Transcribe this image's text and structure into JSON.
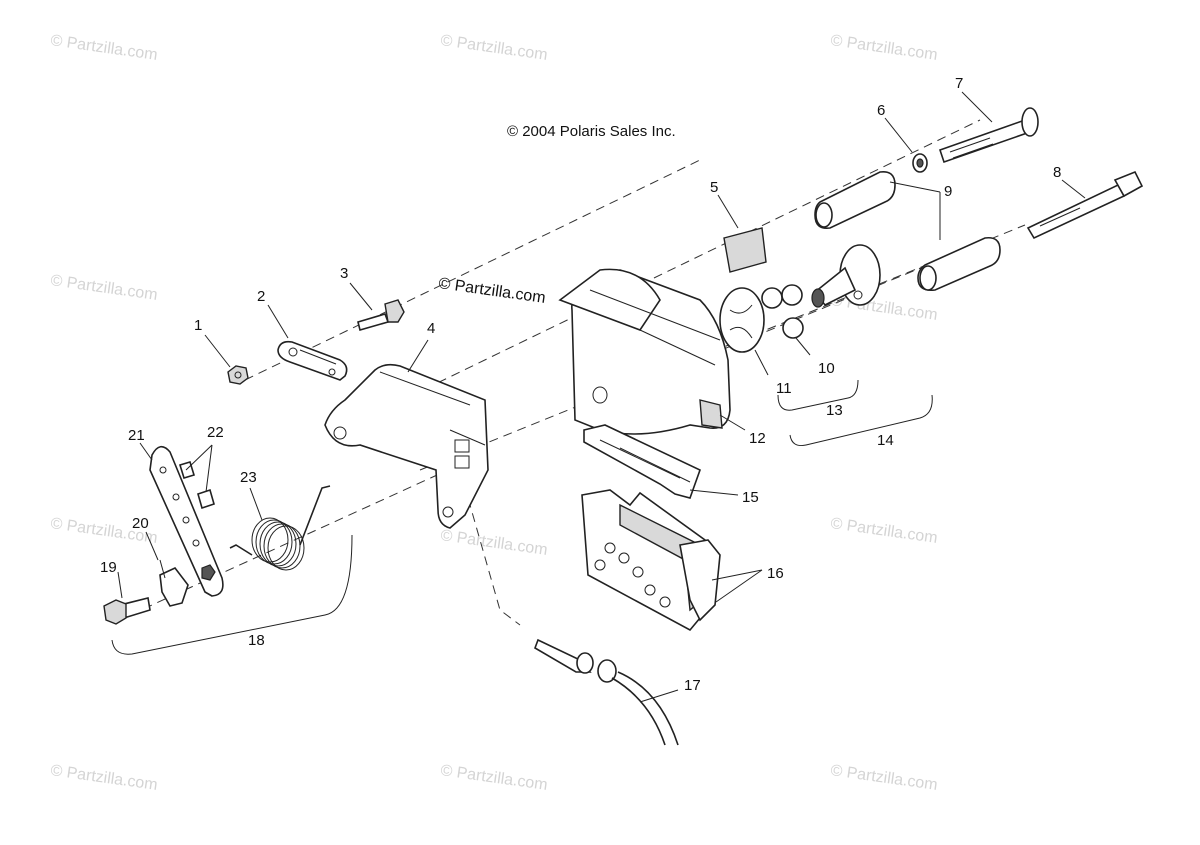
{
  "copyright": "© 2004 Polaris Sales Inc.",
  "watermark": "© Partzilla.com",
  "watermark_center": "© Partzilla.com",
  "callouts": {
    "c1": "1",
    "c2": "2",
    "c3": "3",
    "c4": "4",
    "c5": "5",
    "c6": "6",
    "c7": "7",
    "c8": "8",
    "c9": "9",
    "c10": "10",
    "c11": "11",
    "c12": "12",
    "c13": "13",
    "c14": "14",
    "c15": "15",
    "c16": "16",
    "c17": "17",
    "c18": "18",
    "c19": "19",
    "c20": "20",
    "c21": "21",
    "c22": "22",
    "c23": "23"
  }
}
